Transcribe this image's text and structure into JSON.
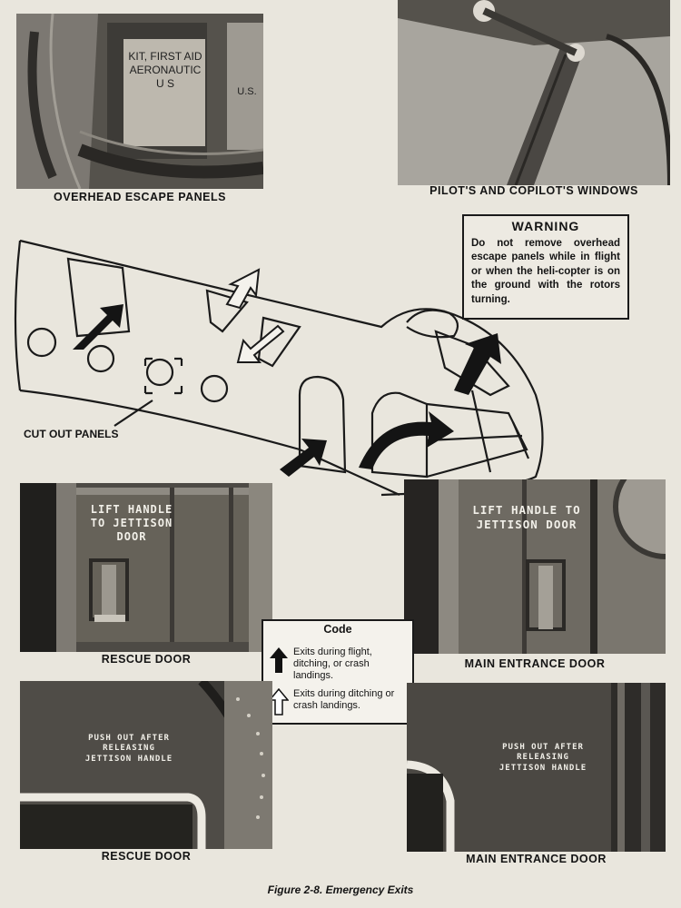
{
  "photos": {
    "overhead": {
      "caption": "OVERHEAD ESCAPE PANELS",
      "kit_label": "KIT, FIRST AID\nAERONAUTIC\nU S",
      "kit_label_right": "U.S."
    },
    "windows": {
      "caption": "PILOT'S AND COPILOT'S WINDOWS"
    },
    "rescue_door_top": {
      "caption": "RESCUE DOOR",
      "stencil": "LIFT HANDLE\nTO JETTISON\nDOOR"
    },
    "main_door_top": {
      "caption": "MAIN ENTRANCE DOOR",
      "stencil": "LIFT HANDLE TO\nJETTISON DOOR"
    },
    "rescue_door_bottom": {
      "caption": "RESCUE DOOR",
      "stencil": "PUSH OUT AFTER\nRELEASING\nJETTISON HANDLE"
    },
    "main_door_bottom": {
      "caption": "MAIN ENTRANCE DOOR",
      "stencil": "PUSH OUT AFTER\nRELEASING\nJETTISON HANDLE"
    }
  },
  "warning": {
    "title": "WARNING",
    "body": "Do not remove overhead escape panels while in flight or when the heli-copter is on the ground with the rotors turning."
  },
  "diagram": {
    "callout": "CUT OUT PANELS"
  },
  "code": {
    "title": "Code",
    "solid": "Exits during flight, ditching, or crash landings.",
    "outline": "Exits during ditching or crash landings."
  },
  "figure_title": "Figure 2-8. Emergency Exits"
}
